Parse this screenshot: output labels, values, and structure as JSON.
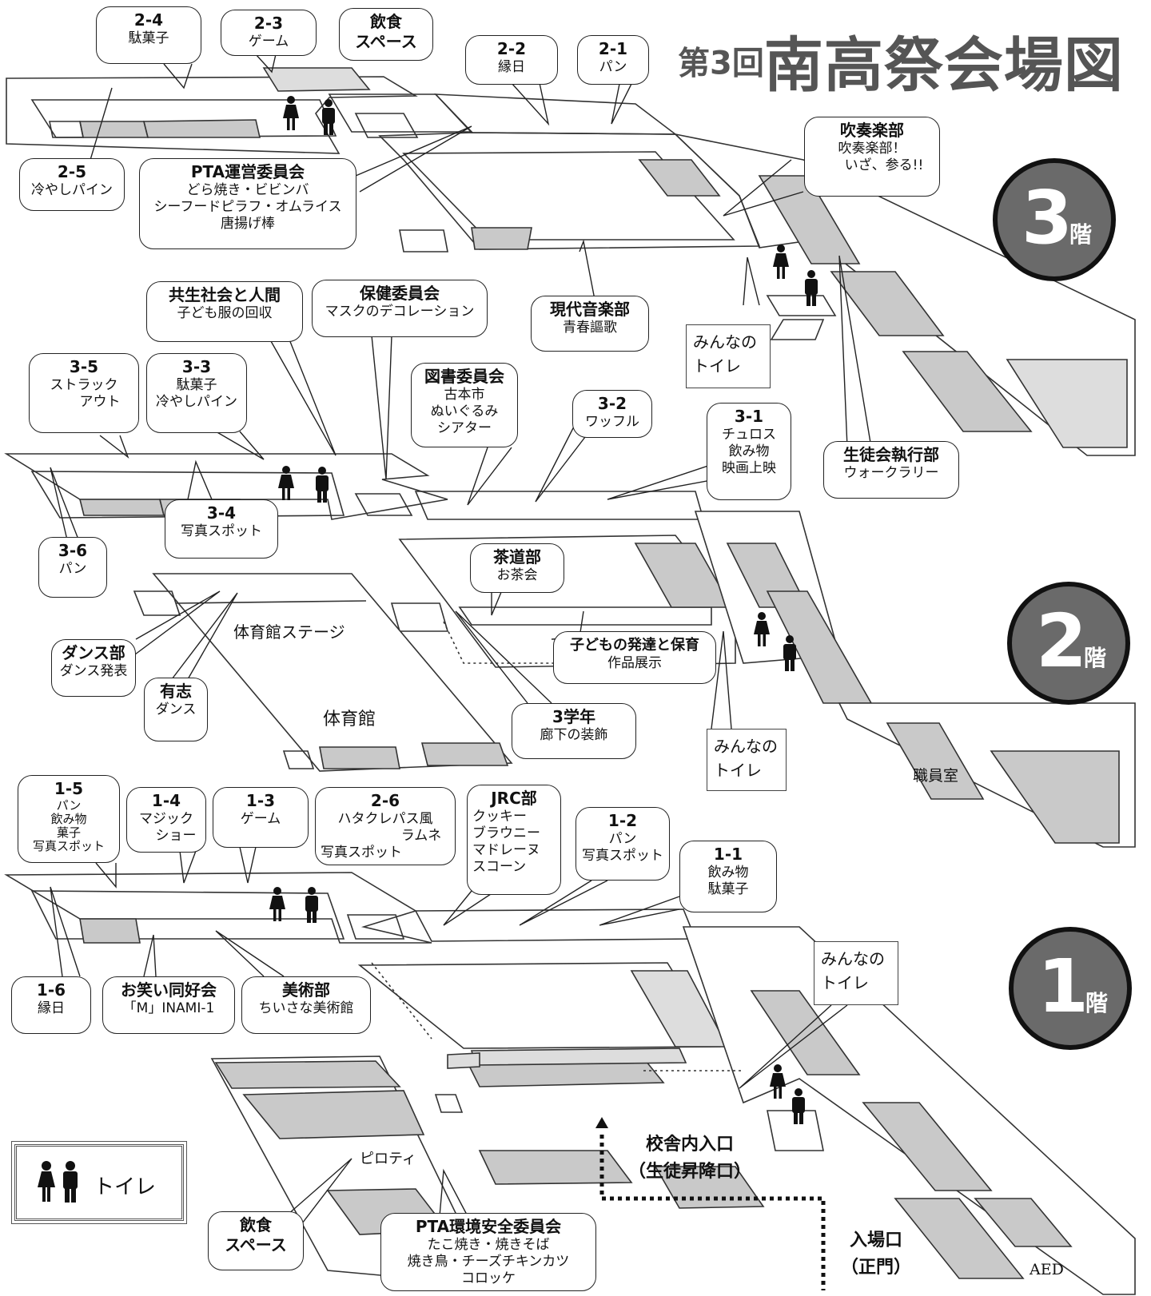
{
  "title": {
    "prefix": "第3回",
    "main": "南高祭会場図"
  },
  "floors": [
    {
      "number": "3",
      "suffix": "階"
    },
    {
      "number": "2",
      "suffix": "階"
    },
    {
      "number": "1",
      "suffix": "階"
    }
  ],
  "bubbles": {
    "c2_4": {
      "title": "2-4",
      "lines": [
        "駄菓子"
      ]
    },
    "c2_3": {
      "title": "2-3",
      "lines": [
        "ゲーム"
      ]
    },
    "food3": {
      "title": "飲食",
      "lines": [
        "スペース"
      ]
    },
    "c2_2": {
      "title": "2-2",
      "lines": [
        "縁日"
      ]
    },
    "c2_1": {
      "title": "2-1",
      "lines": [
        "パン"
      ]
    },
    "c2_5": {
      "title": "2-5",
      "lines": [
        "冷やしパイン"
      ]
    },
    "pta_unei": {
      "title": "PTA運営委員会",
      "lines": [
        "どら焼き・ビビンバ",
        "シーフードピラフ・オムライス",
        "唐揚げ棒"
      ]
    },
    "suisogaku": {
      "title": "吹奏楽部",
      "lines": [
        "吹奏楽部！",
        "いざ、参る!!"
      ]
    },
    "kyosei": {
      "title": "共生社会と人間",
      "lines": [
        "子ども服の回収"
      ]
    },
    "hoken": {
      "title": "保健委員会",
      "lines": [
        "マスクのデコレーション"
      ]
    },
    "gendai": {
      "title": "現代音楽部",
      "lines": [
        "青春謳歌"
      ]
    },
    "c3_5": {
      "title": "3-5",
      "lines": [
        "ストラック",
        "アウト"
      ]
    },
    "c3_3": {
      "title": "3-3",
      "lines": [
        "駄菓子",
        "冷やしパイン"
      ]
    },
    "tosho": {
      "title": "図書委員会",
      "lines": [
        "古本市",
        "ぬいぐるみ",
        "シアター"
      ]
    },
    "c3_2": {
      "title": "3-2",
      "lines": [
        "ワッフル"
      ]
    },
    "c3_1": {
      "title": "3-1",
      "lines": [
        "チュロス",
        "飲み物",
        "映画上映"
      ]
    },
    "seito": {
      "title": "生徒会執行部",
      "lines": [
        "ウォークラリー"
      ]
    },
    "c3_4": {
      "title": "3-4",
      "lines": [
        "写真スポット"
      ]
    },
    "c3_6": {
      "title": "3-6",
      "lines": [
        "パン"
      ]
    },
    "sado": {
      "title": "茶道部",
      "lines": [
        "お茶会"
      ]
    },
    "kodomo": {
      "title": "子どもの発達と保育",
      "lines": [
        "作品展示"
      ]
    },
    "dance": {
      "title": "ダンス部",
      "lines": [
        "ダンス発表"
      ]
    },
    "yushi": {
      "title": "有志",
      "lines": [
        "ダンス"
      ]
    },
    "gakunen3": {
      "title": "3学年",
      "lines": [
        "廊下の装飾"
      ]
    },
    "c1_5": {
      "title": "1-5",
      "lines": [
        "パン",
        "飲み物",
        "菓子",
        "写真スポット"
      ]
    },
    "c1_4": {
      "title": "1-4",
      "lines": [
        "マジック",
        "ショー"
      ]
    },
    "c1_3": {
      "title": "1-3",
      "lines": [
        "ゲーム"
      ]
    },
    "c2_6": {
      "title": "2-6",
      "lines": [
        "ハタクレパス風",
        "ラムネ",
        "写真スポット"
      ]
    },
    "jrc": {
      "title": "JRC部",
      "lines": [
        "クッキー",
        "ブラウニー",
        "マドレーヌ",
        "スコーン"
      ]
    },
    "c1_2": {
      "title": "1-2",
      "lines": [
        "パン",
        "写真スポット"
      ]
    },
    "c1_1": {
      "title": "1-1",
      "lines": [
        "飲み物",
        "駄菓子"
      ]
    },
    "c1_6": {
      "title": "1-6",
      "lines": [
        "縁日"
      ]
    },
    "owarai": {
      "title": "お笑い同好会",
      "lines": [
        "「M」INAMI-1"
      ]
    },
    "bijutsu": {
      "title": "美術部",
      "lines": [
        "ちいさな美術館"
      ]
    },
    "food1": {
      "title": "飲食",
      "lines": [
        "スペース"
      ]
    },
    "pta_kankyo": {
      "title": "PTA環境安全委員会",
      "lines": [
        "たこ焼き・焼きそば",
        "焼き鳥・チーズチキンカツ",
        "コロッケ"
      ]
    }
  },
  "toilet_boxes": {
    "t3": [
      "みんなの",
      "トイレ"
    ],
    "t2": [
      "みんなの",
      "トイレ"
    ],
    "t1": [
      "みんなの",
      "トイレ"
    ]
  },
  "labels": {
    "stage": "体育館ステージ",
    "gym": "体育館",
    "staff": "職員室",
    "piloti": "ピロティ",
    "aed": "AED"
  },
  "entrances": {
    "inside": [
      "校舎内入口",
      "（生徒昇降口）"
    ],
    "main": [
      "入場口",
      "（正門）"
    ]
  },
  "legend": {
    "label": "トイレ"
  }
}
